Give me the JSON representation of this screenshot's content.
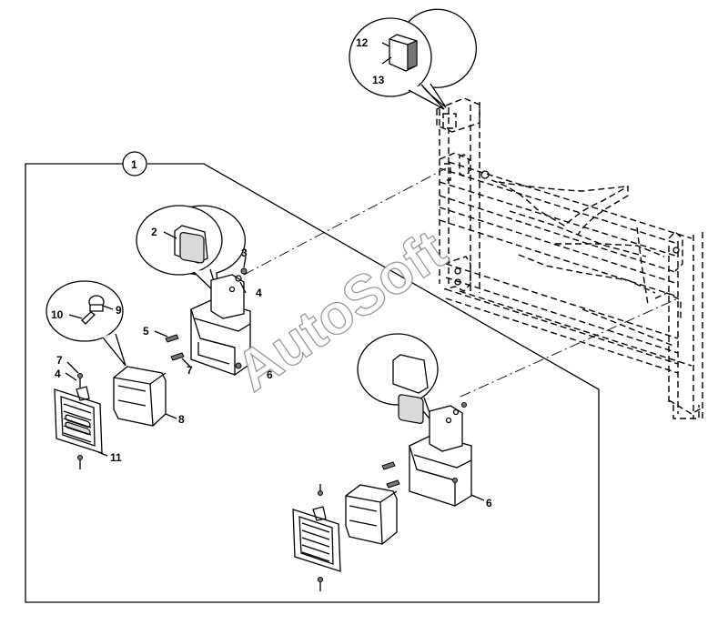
{
  "diagram": {
    "group_label": "1",
    "watermark": "AutoSoft",
    "callouts": [
      {
        "id": "c1",
        "text": "1"
      },
      {
        "id": "c2",
        "text": "2"
      },
      {
        "id": "c3",
        "text": "3"
      },
      {
        "id": "c4a",
        "text": "4"
      },
      {
        "id": "c4b",
        "text": "4"
      },
      {
        "id": "c5",
        "text": "5"
      },
      {
        "id": "c6a",
        "text": "6"
      },
      {
        "id": "c6b",
        "text": "6"
      },
      {
        "id": "c7a",
        "text": "7"
      },
      {
        "id": "c7b",
        "text": "7"
      },
      {
        "id": "c8",
        "text": "8"
      },
      {
        "id": "c9",
        "text": "9"
      },
      {
        "id": "c10",
        "text": "10"
      },
      {
        "id": "c11",
        "text": "11"
      },
      {
        "id": "c12",
        "text": "12"
      },
      {
        "id": "c13",
        "text": "13"
      }
    ]
  }
}
